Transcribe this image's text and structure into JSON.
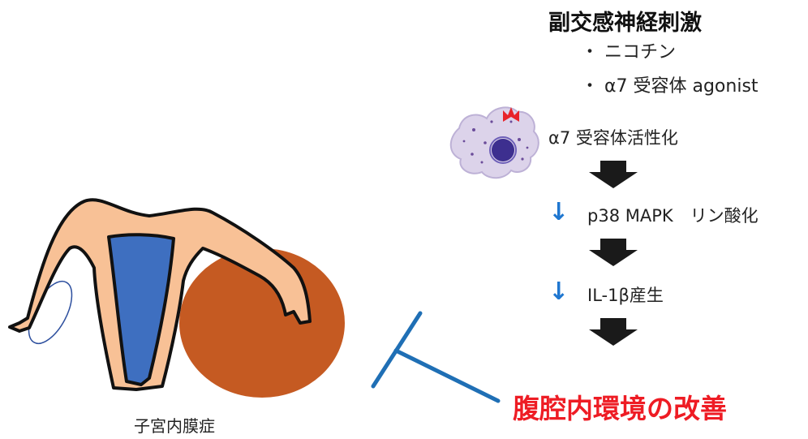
{
  "stimulus": {
    "title": "副交感神経刺激",
    "items": [
      "・ ニコチン",
      "・ α7 受容体 agonist"
    ]
  },
  "pathway": {
    "step1": "α7 受容体活性化",
    "step2": "p38 MAPK　リン酸化",
    "step3": "IL-1β産生",
    "decrease_symbol": "↓"
  },
  "outcome": {
    "label": "腹腔内環境の改善",
    "color": "#ee1c24"
  },
  "organ": {
    "caption": "子宮内膜症"
  },
  "colors": {
    "inhibitor_line": "#1f6fb5",
    "down_arrow": "#1f77d0",
    "uterus_fill": "#f8c196",
    "cavity_fill": "#3e6fc0",
    "lesion_fill": "#c55a22",
    "block_arrow": "#1a1a1a"
  }
}
